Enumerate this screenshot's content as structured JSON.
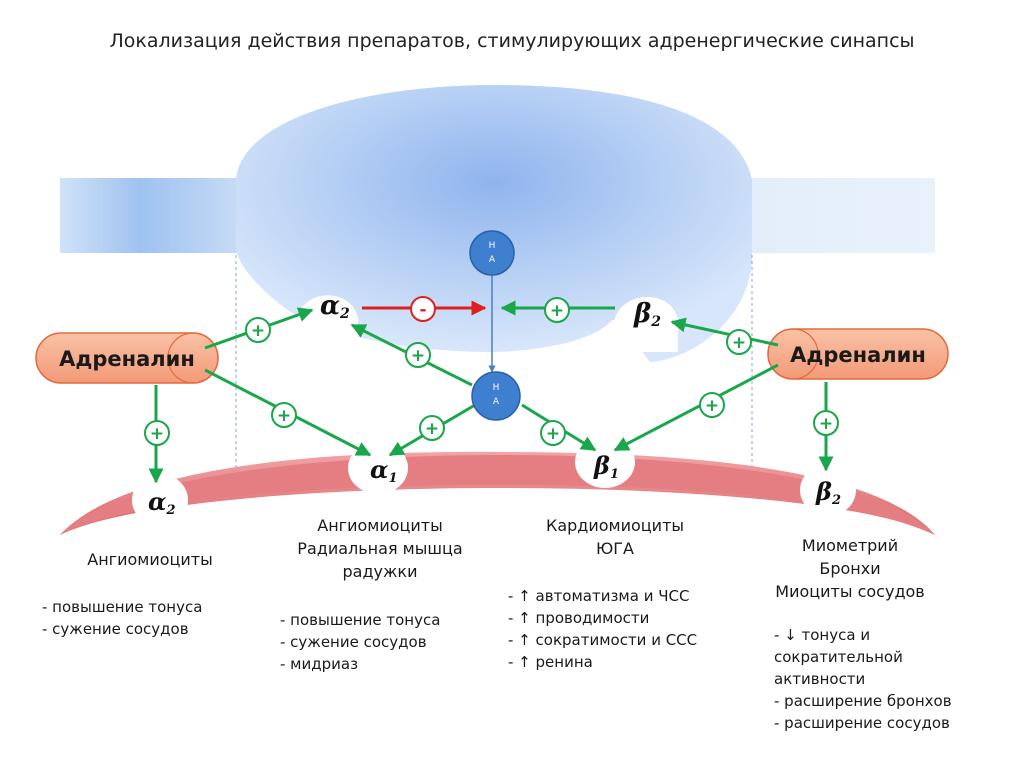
{
  "title": "Локализация действия препаратов, стимулирующих адренергические синапсы",
  "neuron": {
    "mediator_top": {
      "line1": "Н",
      "line2": "А"
    },
    "mediator_bottom": {
      "line1": "Н",
      "line2": "А"
    }
  },
  "adrenaline_left": "Адреналин",
  "adrenaline_right": "Адреналин",
  "receptors": {
    "presyn_alpha2": {
      "sym": "α",
      "sub": "2"
    },
    "presyn_beta2": {
      "sym": "β",
      "sub": "2"
    },
    "post_alpha2": {
      "sym": "α",
      "sub": "2"
    },
    "post_alpha1": {
      "sym": "α",
      "sub": "1"
    },
    "post_beta1": {
      "sym": "β",
      "sub": "1"
    },
    "post_beta2": {
      "sym": "β",
      "sub": "2"
    }
  },
  "signs": {
    "plus": "+",
    "minus": "-"
  },
  "colors": {
    "activation": "#1aa64a",
    "inhibition": "#e02020",
    "neuron_fill": "#a9c8f2",
    "effector_fill": "#e07a7e",
    "adrenaline_fill": "#f4a582",
    "mediator_fill": "#3f7fd0"
  },
  "col1": {
    "caption": [
      "Ангиомиоциты"
    ],
    "effects": [
      "- повышение тонуса",
      "- сужение сосудов"
    ]
  },
  "col2": {
    "caption": [
      "Ангиомиоциты",
      "Радиальная мышца",
      "радужки"
    ],
    "effects": [
      "- повышение тонуса",
      "- сужение сосудов",
      "- мидриаз"
    ]
  },
  "col3": {
    "caption": [
      "Кардиомиоциты",
      "ЮГА"
    ],
    "effects": [
      "- ↑ автоматизма и ЧСС",
      "- ↑ проводимости",
      "- ↑ сократимости и ССС",
      "- ↑ ренина"
    ]
  },
  "col4": {
    "caption": [
      "Миометрий",
      "Бронхи",
      "Миоциты сосудов"
    ],
    "effects": [
      "- ↓ тонуса и",
      "сократительной",
      "активности",
      "- расширение бронхов",
      "- расширение сосудов"
    ]
  }
}
